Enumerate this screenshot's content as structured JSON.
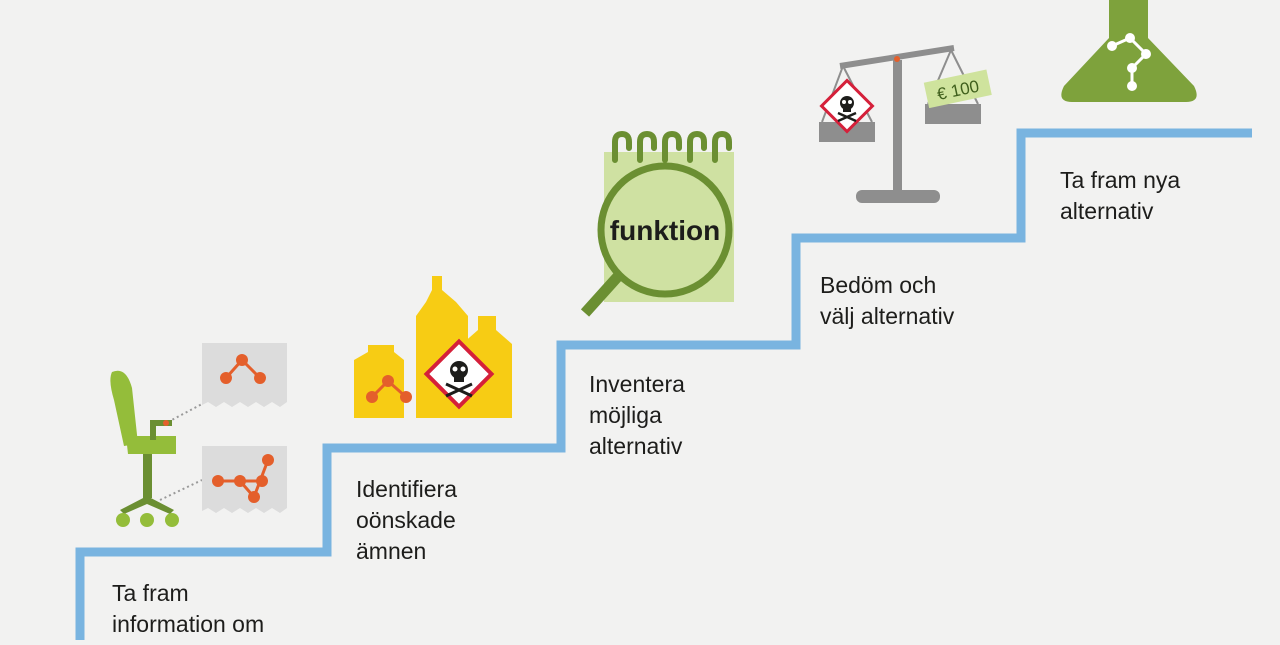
{
  "steps": [
    {
      "label": "Ta fram\ninformation om",
      "icon": "office-chair-icon"
    },
    {
      "label": "Identifiera\noönskade\nämnen",
      "icon": "hazard-bottles-icon"
    },
    {
      "label": "Inventera\nmöjliga\nalternativ",
      "icon": "notepad-magnifier-icon"
    },
    {
      "label": "Bedöm och\nvälj alternativ",
      "icon": "balance-scale-icon"
    },
    {
      "label": "Ta fram nya\nalternativ",
      "icon": "lab-flask-icon"
    }
  ],
  "icons": {
    "magnifier_text": "funktion",
    "price_tag_text": "€ 100"
  },
  "colors": {
    "stair_line": "#79b4e0",
    "chair_green": "#94bd3a",
    "dark_green": "#6b8f32",
    "molecule_orange": "#e45f2b",
    "bottle_yellow": "#f7cc14",
    "hazard_red": "#d5203a",
    "notepad_green": "#cfe1a2",
    "scale_grey": "#8e8e8e",
    "price_tag_green": "#cfe39d",
    "flask_green": "#7ea23c"
  }
}
